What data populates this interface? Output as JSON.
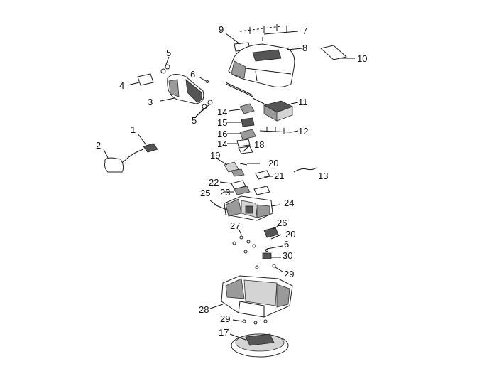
{
  "diagram": {
    "callouts": [
      "1",
      "2",
      "3",
      "4",
      "5",
      "5",
      "6",
      "7",
      "8",
      "9",
      "10",
      "11",
      "12",
      "13",
      "14",
      "14",
      "15",
      "16",
      "17",
      "18",
      "19",
      "20",
      "20",
      "21",
      "22",
      "23",
      "24",
      "25",
      "26",
      "27",
      "28",
      "29",
      "29",
      "30",
      "6"
    ]
  }
}
